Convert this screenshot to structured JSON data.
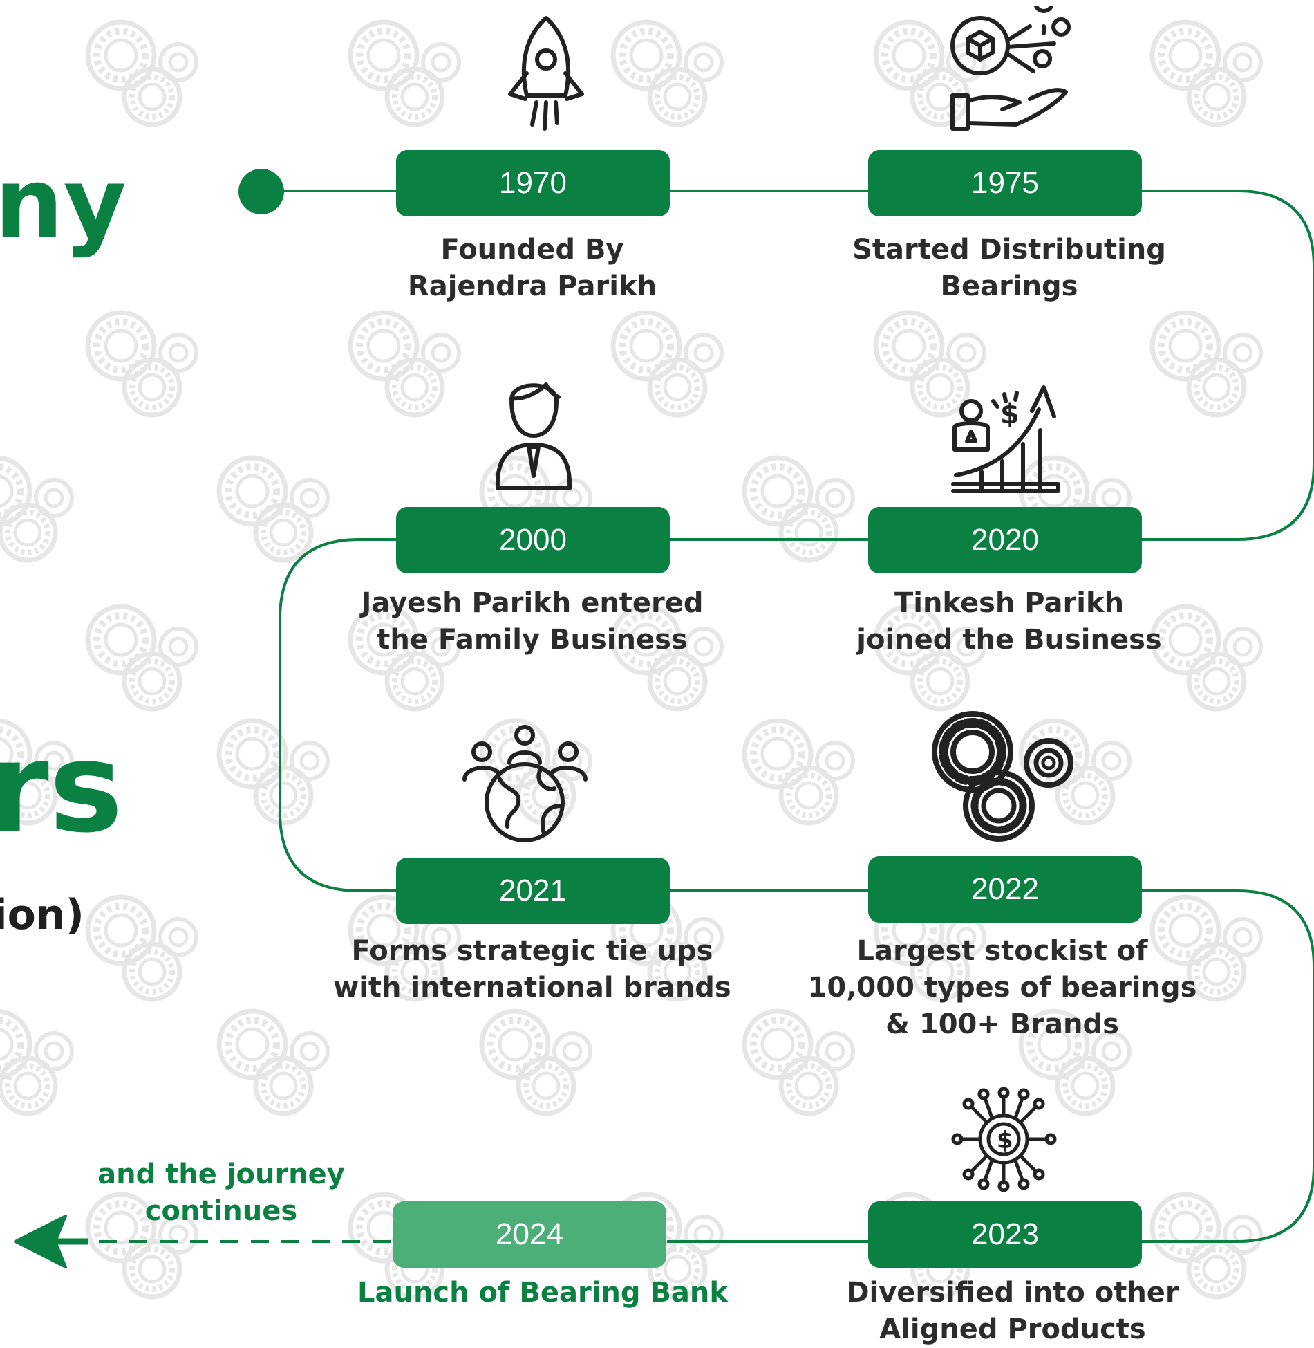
{
  "colors": {
    "accent": "#0b8043",
    "accent_light": "#4caf7a",
    "text": "#2c2c2c",
    "pattern": "#e6e6e6"
  },
  "left_fragments": {
    "line1": "ny",
    "line2": "-",
    "line3": "rs",
    "line4": "ion)"
  },
  "milestones": [
    {
      "year": "1970",
      "lines": [
        "Founded By",
        "Rajendra Parikh"
      ],
      "icon": "rocket-icon"
    },
    {
      "year": "1975",
      "lines": [
        "Started Distributing",
        "Bearings"
      ],
      "icon": "distribution-hand-icon"
    },
    {
      "year": "2000",
      "lines": [
        "Jayesh Parikh entered",
        "the Family Business"
      ],
      "icon": "businessman-icon"
    },
    {
      "year": "2020",
      "lines": [
        "Tinkesh Parikh",
        "joined the Business"
      ],
      "icon": "growth-chart-icon"
    },
    {
      "year": "2021",
      "lines": [
        "Forms strategic tie ups",
        "with international brands"
      ],
      "icon": "global-network-icon"
    },
    {
      "year": "2022",
      "lines": [
        "Largest stockist of",
        "10,000 types of bearings",
        "& 100+ Brands"
      ],
      "icon": "bearings-icon"
    },
    {
      "year": "2023",
      "lines": [
        "Diversified into other",
        "Aligned Products"
      ],
      "icon": "dollar-network-icon"
    },
    {
      "year": "2024",
      "lines": [
        "Launch of Bearing Bank"
      ],
      "icon": ""
    }
  ],
  "journey": {
    "lines": [
      "and the journey",
      "continues"
    ],
    "icon": "arrow-left-icon"
  }
}
